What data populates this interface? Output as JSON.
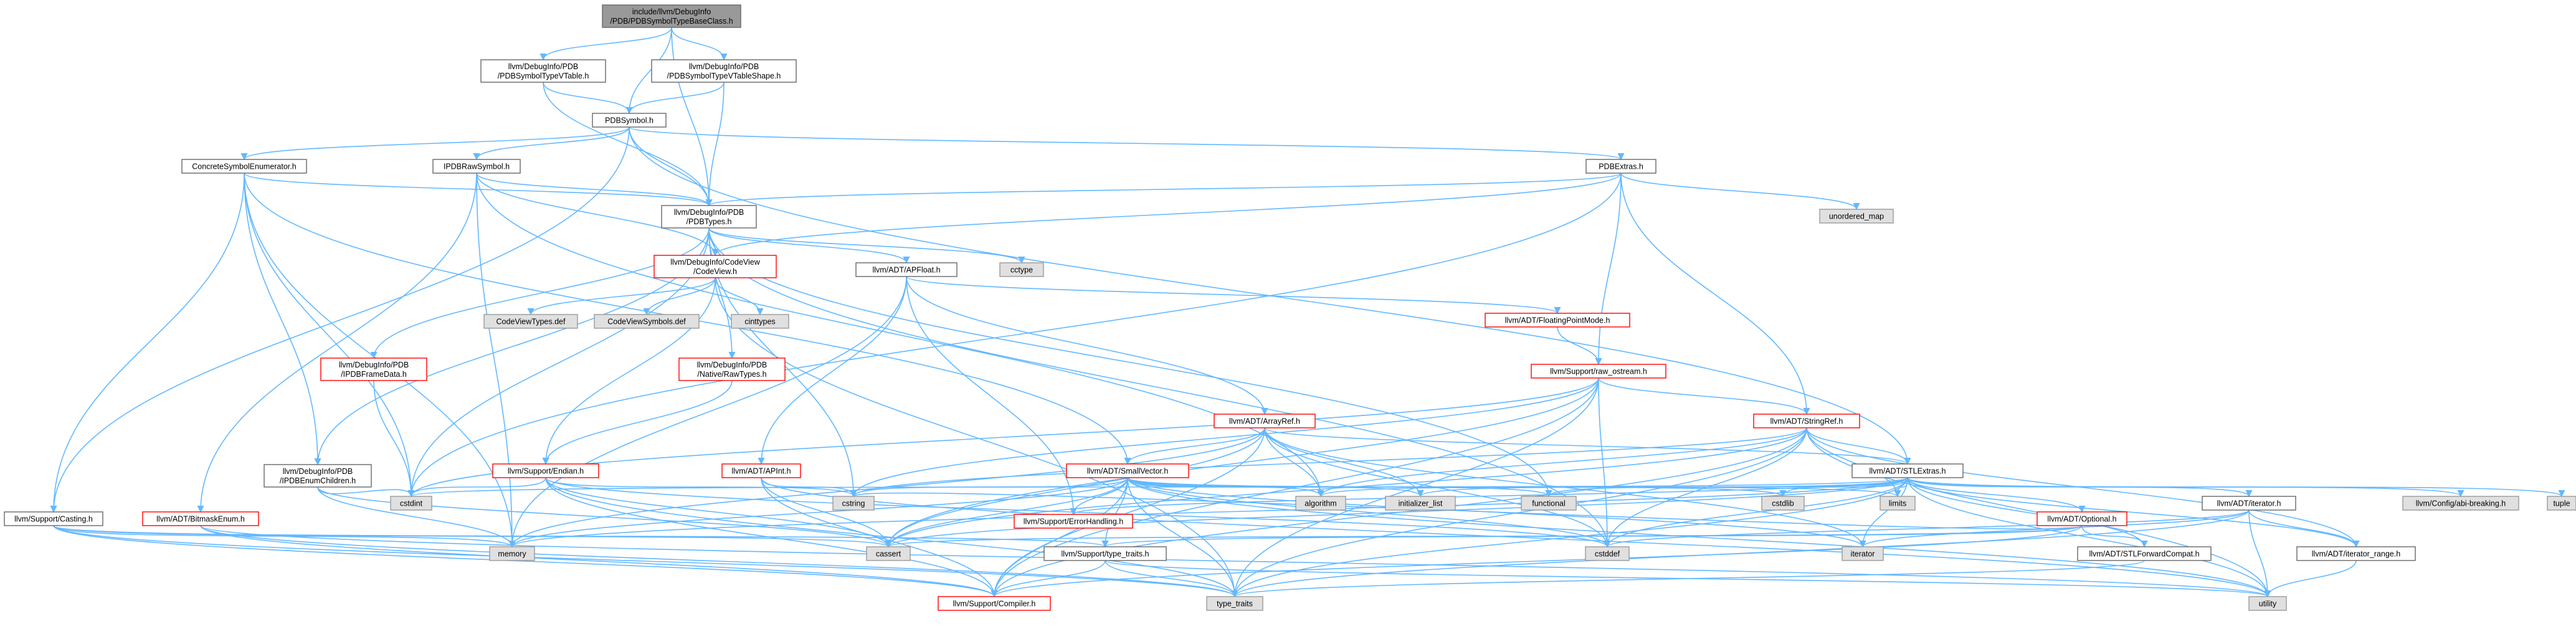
{
  "colors": {
    "root_fill": "#999999",
    "plain_fill": "#ffffff",
    "plain_border": "#666666",
    "system_fill": "#e0e0e0",
    "system_border": "#999999",
    "truncated_border": "#ff0000",
    "edge": "#63b8ff"
  },
  "nodes": [
    {
      "id": "root",
      "kind": "root",
      "lines": [
        "include/llvm/DebugInfo",
        "/PDB/PDBSymbolTypeBaseClass.h"
      ]
    },
    {
      "id": "vtable",
      "kind": "plain",
      "lines": [
        "llvm/DebugInfo/PDB",
        "/PDBSymbolTypeVTable.h"
      ]
    },
    {
      "id": "vtshape",
      "kind": "plain",
      "lines": [
        "llvm/DebugInfo/PDB",
        "/PDBSymbolTypeVTableShape.h"
      ]
    },
    {
      "id": "pdbsymbol",
      "kind": "plain",
      "lines": [
        "PDBSymbol.h"
      ]
    },
    {
      "id": "concrete",
      "kind": "plain",
      "lines": [
        "ConcreteSymbolEnumerator.h"
      ]
    },
    {
      "id": "rawsymbol",
      "kind": "plain",
      "lines": [
        "IPDBRawSymbol.h"
      ]
    },
    {
      "id": "pdbextras",
      "kind": "plain",
      "lines": [
        "PDBExtras.h"
      ]
    },
    {
      "id": "unordered_map",
      "kind": "system",
      "lines": [
        "unordered_map"
      ]
    },
    {
      "id": "pdbtypes",
      "kind": "plain",
      "lines": [
        "llvm/DebugInfo/PDB",
        "/PDBTypes.h"
      ]
    },
    {
      "id": "codeview",
      "kind": "truncated",
      "lines": [
        "llvm/DebugInfo/CodeView",
        "/CodeView.h"
      ]
    },
    {
      "id": "cvtypes",
      "kind": "system",
      "lines": [
        "CodeViewTypes.def"
      ]
    },
    {
      "id": "cvsymbols",
      "kind": "system",
      "lines": [
        "CodeViewSymbols.def"
      ]
    },
    {
      "id": "cinttypes",
      "kind": "system",
      "lines": [
        "cinttypes"
      ]
    },
    {
      "id": "apfloat",
      "kind": "plain",
      "lines": [
        "llvm/ADT/APFloat.h"
      ]
    },
    {
      "id": "cctype",
      "kind": "system",
      "lines": [
        "cctype"
      ]
    },
    {
      "id": "fpmode",
      "kind": "truncated",
      "lines": [
        "llvm/ADT/FloatingPointMode.h"
      ]
    },
    {
      "id": "framedata",
      "kind": "truncated",
      "lines": [
        "llvm/DebugInfo/PDB",
        "/IPDBFrameData.h"
      ]
    },
    {
      "id": "nativeraw",
      "kind": "truncated",
      "lines": [
        "llvm/DebugInfo/PDB",
        "/Native/RawTypes.h"
      ]
    },
    {
      "id": "raw_ostream",
      "kind": "truncated",
      "lines": [
        "llvm/Support/raw_ostream.h"
      ]
    },
    {
      "id": "arrayref",
      "kind": "truncated",
      "lines": [
        "llvm/ADT/ArrayRef.h"
      ]
    },
    {
      "id": "stringref",
      "kind": "truncated",
      "lines": [
        "llvm/ADT/StringRef.h"
      ]
    },
    {
      "id": "endian",
      "kind": "truncated",
      "lines": [
        "llvm/Support/Endian.h"
      ]
    },
    {
      "id": "apint",
      "kind": "truncated",
      "lines": [
        "llvm/ADT/APInt.h"
      ]
    },
    {
      "id": "smallvector",
      "kind": "truncated",
      "lines": [
        "llvm/ADT/SmallVector.h"
      ]
    },
    {
      "id": "stlextras",
      "kind": "plain",
      "lines": [
        "llvm/ADT/STLExtras.h"
      ]
    },
    {
      "id": "enumchildren",
      "kind": "plain",
      "lines": [
        "llvm/DebugInfo/PDB",
        "/IPDBEnumChildren.h"
      ]
    },
    {
      "id": "casting",
      "kind": "plain",
      "lines": [
        "llvm/Support/Casting.h"
      ]
    },
    {
      "id": "bitmask",
      "kind": "truncated",
      "lines": [
        "llvm/ADT/BitmaskEnum.h"
      ]
    },
    {
      "id": "cstdint",
      "kind": "system",
      "lines": [
        "cstdint"
      ]
    },
    {
      "id": "cstring",
      "kind": "system",
      "lines": [
        "cstring"
      ]
    },
    {
      "id": "errorhandling",
      "kind": "truncated",
      "lines": [
        "llvm/Support/ErrorHandling.h"
      ]
    },
    {
      "id": "algorithm",
      "kind": "system",
      "lines": [
        "algorithm"
      ]
    },
    {
      "id": "initializer_list",
      "kind": "system",
      "lines": [
        "initializer_list"
      ]
    },
    {
      "id": "functional",
      "kind": "system",
      "lines": [
        "functional"
      ]
    },
    {
      "id": "cstdlib",
      "kind": "system",
      "lines": [
        "cstdlib"
      ]
    },
    {
      "id": "limits",
      "kind": "system",
      "lines": [
        "limits"
      ]
    },
    {
      "id": "optional",
      "kind": "truncated",
      "lines": [
        "llvm/ADT/Optional.h"
      ]
    },
    {
      "id": "iteratorh",
      "kind": "plain",
      "lines": [
        "llvm/ADT/iterator.h"
      ]
    },
    {
      "id": "abibreaking",
      "kind": "system",
      "lines": [
        "llvm/Config/abi-breaking.h"
      ]
    },
    {
      "id": "tuple",
      "kind": "system",
      "lines": [
        "tuple"
      ]
    },
    {
      "id": "memory",
      "kind": "system",
      "lines": [
        "memory"
      ]
    },
    {
      "id": "cassert",
      "kind": "system",
      "lines": [
        "cassert"
      ]
    },
    {
      "id": "typetraitsh",
      "kind": "plain",
      "lines": [
        "llvm/Support/type_traits.h"
      ]
    },
    {
      "id": "cstddef",
      "kind": "system",
      "lines": [
        "cstddef"
      ]
    },
    {
      "id": "iterator",
      "kind": "system",
      "lines": [
        "iterator"
      ]
    },
    {
      "id": "stlforward",
      "kind": "plain",
      "lines": [
        "llvm/ADT/STLForwardCompat.h"
      ]
    },
    {
      "id": "iterrange",
      "kind": "plain",
      "lines": [
        "llvm/ADT/iterator_range.h"
      ]
    },
    {
      "id": "compiler",
      "kind": "truncated",
      "lines": [
        "llvm/Support/Compiler.h"
      ]
    },
    {
      "id": "type_traits",
      "kind": "system",
      "lines": [
        "type_traits"
      ]
    },
    {
      "id": "utility",
      "kind": "system",
      "lines": [
        "utility"
      ]
    }
  ],
  "edges": [
    [
      "root",
      "vtable"
    ],
    [
      "root",
      "vtshape"
    ],
    [
      "root",
      "pdbsymbol"
    ],
    [
      "root",
      "pdbtypes"
    ],
    [
      "vtable",
      "pdbsymbol"
    ],
    [
      "vtable",
      "pdbtypes"
    ],
    [
      "vtshape",
      "pdbsymbol"
    ],
    [
      "vtshape",
      "pdbtypes"
    ],
    [
      "pdbsymbol",
      "concrete"
    ],
    [
      "pdbsymbol",
      "rawsymbol"
    ],
    [
      "pdbsymbol",
      "pdbextras"
    ],
    [
      "pdbsymbol",
      "pdbtypes"
    ],
    [
      "pdbsymbol",
      "casting"
    ],
    [
      "pdbsymbol",
      "stlextras"
    ],
    [
      "concrete",
      "pdbtypes"
    ],
    [
      "concrete",
      "enumchildren"
    ],
    [
      "concrete",
      "casting"
    ],
    [
      "concrete",
      "cstdint"
    ],
    [
      "concrete",
      "memory"
    ],
    [
      "concrete",
      "smallvector"
    ],
    [
      "rawsymbol",
      "pdbtypes"
    ],
    [
      "rawsymbol",
      "codeview"
    ],
    [
      "rawsymbol",
      "bitmask"
    ],
    [
      "rawsymbol",
      "memory"
    ],
    [
      "rawsymbol",
      "algorithm"
    ],
    [
      "pdbextras",
      "pdbtypes"
    ],
    [
      "pdbextras",
      "codeview"
    ],
    [
      "pdbextras",
      "unordered_map"
    ],
    [
      "pdbextras",
      "raw_ostream"
    ],
    [
      "pdbextras",
      "stringref"
    ],
    [
      "pdbextras",
      "cstdint"
    ],
    [
      "pdbtypes",
      "codeview"
    ],
    [
      "pdbtypes",
      "apfloat"
    ],
    [
      "pdbtypes",
      "cctype"
    ],
    [
      "pdbtypes",
      "framedata"
    ],
    [
      "pdbtypes",
      "nativeraw"
    ],
    [
      "pdbtypes",
      "enumchildren"
    ],
    [
      "pdbtypes",
      "cstdint"
    ],
    [
      "pdbtypes",
      "cstring"
    ],
    [
      "pdbtypes",
      "functional"
    ],
    [
      "pdbtypes",
      "cstddef"
    ],
    [
      "codeview",
      "cvtypes"
    ],
    [
      "codeview",
      "cvsymbols"
    ],
    [
      "codeview",
      "cinttypes"
    ],
    [
      "codeview",
      "endian"
    ],
    [
      "codeview",
      "type_traits"
    ],
    [
      "apfloat",
      "arrayref"
    ],
    [
      "apfloat",
      "apint"
    ],
    [
      "apfloat",
      "fpmode"
    ],
    [
      "apfloat",
      "errorhandling"
    ],
    [
      "apfloat",
      "memory"
    ],
    [
      "fpmode",
      "raw_ostream"
    ],
    [
      "framedata",
      "cstdint"
    ],
    [
      "nativeraw",
      "endian"
    ],
    [
      "raw_ostream",
      "stringref"
    ],
    [
      "raw_ostream",
      "compiler"
    ],
    [
      "raw_ostream",
      "cassert"
    ],
    [
      "raw_ostream",
      "cstddef"
    ],
    [
      "raw_ostream",
      "cstdint"
    ],
    [
      "raw_ostream",
      "cstring"
    ],
    [
      "raw_ostream",
      "type_traits"
    ],
    [
      "arrayref",
      "smallvector"
    ],
    [
      "arrayref",
      "stlextras"
    ],
    [
      "arrayref",
      "compiler"
    ],
    [
      "arrayref",
      "algorithm"
    ],
    [
      "arrayref",
      "cassert"
    ],
    [
      "arrayref",
      "cstddef"
    ],
    [
      "arrayref",
      "initializer_list"
    ],
    [
      "arrayref",
      "iterator"
    ],
    [
      "arrayref",
      "memory"
    ],
    [
      "stringref",
      "stlextras"
    ],
    [
      "stringref",
      "compiler"
    ],
    [
      "stringref",
      "algorithm"
    ],
    [
      "stringref",
      "cassert"
    ],
    [
      "stringref",
      "cstddef"
    ],
    [
      "stringref",
      "cstring"
    ],
    [
      "stringref",
      "limits"
    ],
    [
      "stringref",
      "type_traits"
    ],
    [
      "stringref",
      "utility"
    ],
    [
      "stringref",
      "iterrange"
    ],
    [
      "endian",
      "compiler"
    ],
    [
      "endian",
      "cassert"
    ],
    [
      "endian",
      "cstddef"
    ],
    [
      "endian",
      "cstdint"
    ],
    [
      "endian",
      "cstring"
    ],
    [
      "endian",
      "type_traits"
    ],
    [
      "apint",
      "compiler"
    ],
    [
      "apint",
      "cassert"
    ],
    [
      "apint",
      "cstring"
    ],
    [
      "apint",
      "utility"
    ],
    [
      "smallvector",
      "compiler"
    ],
    [
      "smallvector",
      "typetraitsh"
    ],
    [
      "smallvector",
      "algorithm"
    ],
    [
      "smallvector",
      "cassert"
    ],
    [
      "smallvector",
      "cstddef"
    ],
    [
      "smallvector",
      "cstdlib"
    ],
    [
      "smallvector",
      "cstring"
    ],
    [
      "smallvector",
      "functional"
    ],
    [
      "smallvector",
      "initializer_list"
    ],
    [
      "smallvector",
      "iterator"
    ],
    [
      "smallvector",
      "limits"
    ],
    [
      "smallvector",
      "memory"
    ],
    [
      "smallvector",
      "type_traits"
    ],
    [
      "smallvector",
      "utility"
    ],
    [
      "smallvector",
      "errorhandling"
    ],
    [
      "stlextras",
      "optional"
    ],
    [
      "stlextras",
      "stlforward"
    ],
    [
      "stlextras",
      "iteratorh"
    ],
    [
      "stlextras",
      "iterrange"
    ],
    [
      "stlextras",
      "abibreaking"
    ],
    [
      "stlextras",
      "errorhandling"
    ],
    [
      "stlextras",
      "algorithm"
    ],
    [
      "stlextras",
      "cassert"
    ],
    [
      "stlextras",
      "cstddef"
    ],
    [
      "stlextras",
      "cstdint"
    ],
    [
      "stlextras",
      "cstdlib"
    ],
    [
      "stlextras",
      "functional"
    ],
    [
      "stlextras",
      "initializer_list"
    ],
    [
      "stlextras",
      "iterator"
    ],
    [
      "stlextras",
      "limits"
    ],
    [
      "stlextras",
      "memory"
    ],
    [
      "stlextras",
      "tuple"
    ],
    [
      "stlextras",
      "type_traits"
    ],
    [
      "stlextras",
      "utility"
    ],
    [
      "enumchildren",
      "cassert"
    ],
    [
      "enumchildren",
      "cstdint"
    ],
    [
      "enumchildren",
      "memory"
    ],
    [
      "casting",
      "compiler"
    ],
    [
      "casting",
      "typetraitsh"
    ],
    [
      "casting",
      "cassert"
    ],
    [
      "casting",
      "memory"
    ],
    [
      "casting",
      "type_traits"
    ],
    [
      "bitmask",
      "compiler"
    ],
    [
      "bitmask",
      "type_traits"
    ],
    [
      "bitmask",
      "utility"
    ],
    [
      "optional",
      "compiler"
    ],
    [
      "optional",
      "stlforward"
    ],
    [
      "optional",
      "typetraitsh"
    ],
    [
      "optional",
      "cassert"
    ],
    [
      "optional",
      "cstring"
    ],
    [
      "optional",
      "new_utility"
    ],
    [
      "iteratorh",
      "iterrange"
    ],
    [
      "iteratorh",
      "cstddef"
    ],
    [
      "iteratorh",
      "iterator"
    ],
    [
      "iteratorh",
      "type_traits"
    ],
    [
      "iteratorh",
      "utility"
    ],
    [
      "typetraitsh",
      "compiler"
    ],
    [
      "typetraitsh",
      "type_traits"
    ],
    [
      "typetraitsh",
      "utility"
    ],
    [
      "stlforward",
      "type_traits"
    ],
    [
      "iterrange",
      "utility"
    ]
  ]
}
